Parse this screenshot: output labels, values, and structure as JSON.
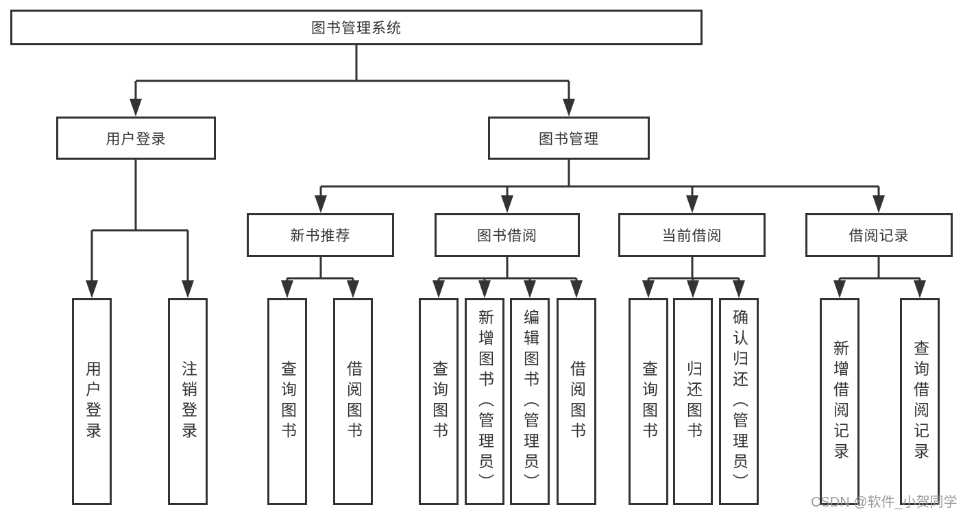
{
  "diagram": {
    "title": "图书管理系统",
    "branches": [
      {
        "label": "用户登录",
        "children": [
          "用户登录",
          "注销登录"
        ]
      },
      {
        "label": "图书管理",
        "groups": [
          {
            "label": "新书推荐",
            "children": [
              "查询图书",
              "借阅图书"
            ]
          },
          {
            "label": "图书借阅",
            "children": [
              "查询图书",
              "新增图书（管理员）",
              "编辑图书（管理员）",
              "借阅图书"
            ]
          },
          {
            "label": "当前借阅",
            "children": [
              "查询图书",
              "归还图书",
              "确认归还（管理员）"
            ]
          },
          {
            "label": "借阅记录",
            "children": [
              "新增借阅记录",
              "查询借阅记录"
            ]
          }
        ]
      }
    ]
  },
  "watermark": "CSDN @软件_小贺同学",
  "colors": {
    "line": "#333333",
    "text": "#333333",
    "watermark": "#9b9b9b",
    "background": "#ffffff"
  }
}
